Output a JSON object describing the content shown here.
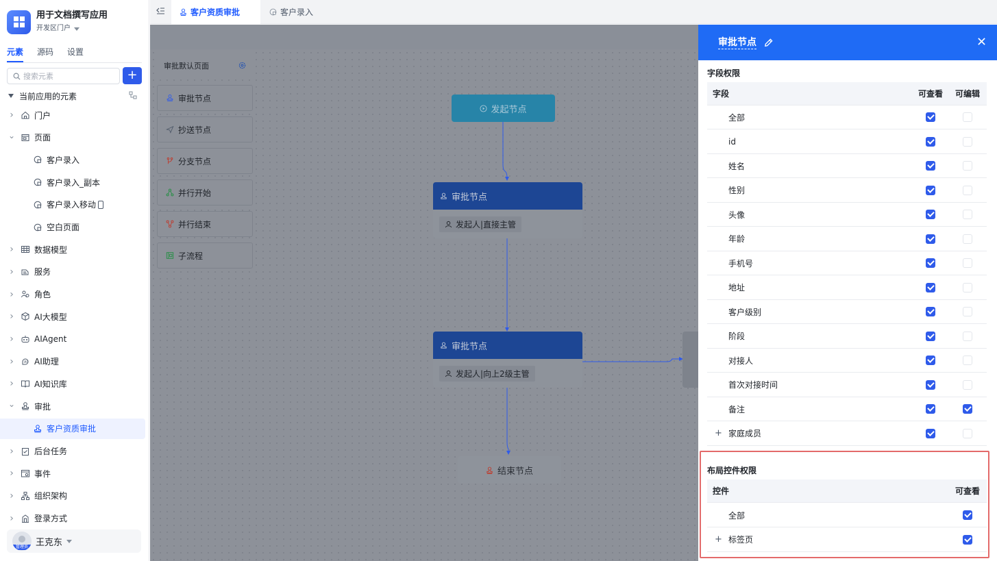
{
  "app": {
    "title": "用于文档撰写应用",
    "subtitle": "开发区门户"
  },
  "sidebar": {
    "tabs": [
      "元素",
      "源码",
      "设置"
    ],
    "search_placeholder": "搜索元素",
    "add_label": "+",
    "tree_header": "当前应用的元素",
    "items": [
      {
        "label": "门户",
        "icon": "home-icon",
        "level": 0,
        "expand": "collapsed"
      },
      {
        "label": "页面",
        "icon": "page-icon",
        "level": 0,
        "expand": "expanded"
      },
      {
        "label": "客户录入",
        "icon": "page-doc-icon",
        "level": 1
      },
      {
        "label": "客户录入_副本",
        "icon": "page-doc-icon",
        "level": 1
      },
      {
        "label": "客户录入移动",
        "icon": "page-doc-icon",
        "level": 1,
        "mobile": true
      },
      {
        "label": "空白页面",
        "icon": "page-doc-icon",
        "level": 1
      },
      {
        "label": "数据模型",
        "icon": "table-icon",
        "level": 0,
        "expand": "collapsed"
      },
      {
        "label": "服务",
        "icon": "service-icon",
        "level": 0,
        "expand": "collapsed"
      },
      {
        "label": "角色",
        "icon": "role-icon",
        "level": 0,
        "expand": "collapsed"
      },
      {
        "label": "AI大模型",
        "icon": "cube-icon",
        "level": 0,
        "expand": "collapsed"
      },
      {
        "label": "AIAgent",
        "icon": "robot-icon",
        "level": 0,
        "expand": "collapsed"
      },
      {
        "label": "AI助理",
        "icon": "ai-assistant-icon",
        "level": 0,
        "expand": "collapsed"
      },
      {
        "label": "AI知识库",
        "icon": "book-icon",
        "level": 0,
        "expand": "collapsed"
      },
      {
        "label": "审批",
        "icon": "stamp-icon",
        "level": 0,
        "expand": "expanded"
      },
      {
        "label": "客户资质审批",
        "icon": "stamp-icon",
        "level": 1,
        "selected": true
      },
      {
        "label": "后台任务",
        "icon": "task-icon",
        "level": 0,
        "expand": "collapsed"
      },
      {
        "label": "事件",
        "icon": "event-icon",
        "level": 0,
        "expand": "collapsed"
      },
      {
        "label": "组织架构",
        "icon": "org-icon",
        "level": 0,
        "expand": "collapsed"
      },
      {
        "label": "登录方式",
        "icon": "login-icon",
        "level": 0,
        "expand": "collapsed"
      }
    ],
    "user": {
      "name": "王克东",
      "role": "管理员"
    }
  },
  "topbar": {
    "tabs": [
      {
        "label": "客户资质审批",
        "active": true
      },
      {
        "label": "客户录入",
        "active": false
      }
    ]
  },
  "canvas": {
    "palette_title": "审批默认页面",
    "palette": [
      {
        "label": "审批节点",
        "icon": "stamp-icon",
        "color": "#2f5bea"
      },
      {
        "label": "抄送节点",
        "icon": "send-icon",
        "color": "#4e5969"
      },
      {
        "label": "分支节点",
        "icon": "branch-icon",
        "color": "#c0392b"
      },
      {
        "label": "并行开始",
        "icon": "parallel-start-icon",
        "color": "#1e8e3e"
      },
      {
        "label": "并行结束",
        "icon": "parallel-end-icon",
        "color": "#c0392b"
      },
      {
        "label": "子流程",
        "icon": "subprocess-icon",
        "color": "#1e8e3e"
      }
    ],
    "nodes": {
      "start": "发起节点",
      "approve1_title": "审批节点",
      "approve1_assignee": "发起人|直接主管",
      "approve2_title": "审批节点",
      "approve2_assignee": "发起人|向上2级主管",
      "end": "结束节点"
    }
  },
  "drawer": {
    "title": "审批节点",
    "field_section": {
      "title": "字段权限",
      "col_field": "字段",
      "col_view": "可查看",
      "col_edit": "可编辑",
      "rows": [
        {
          "name": "全部",
          "view": true,
          "edit": false
        },
        {
          "name": "id",
          "view": true,
          "edit": false
        },
        {
          "name": "姓名",
          "view": true,
          "edit": false
        },
        {
          "name": "性别",
          "view": true,
          "edit": false
        },
        {
          "name": "头像",
          "view": true,
          "edit": false
        },
        {
          "name": "年龄",
          "view": true,
          "edit": false
        },
        {
          "name": "手机号",
          "view": true,
          "edit": false
        },
        {
          "name": "地址",
          "view": true,
          "edit": false
        },
        {
          "name": "客户级别",
          "view": true,
          "edit": false
        },
        {
          "name": "阶段",
          "view": true,
          "edit": false
        },
        {
          "name": "对接人",
          "view": true,
          "edit": false
        },
        {
          "name": "首次对接时间",
          "view": true,
          "edit": false
        },
        {
          "name": "备注",
          "view": true,
          "edit": true
        },
        {
          "name": "家庭成员",
          "view": true,
          "edit": false,
          "expandable": true
        }
      ]
    },
    "layout_section": {
      "title": "布局控件权限",
      "col_control": "控件",
      "col_view": "可查看",
      "rows": [
        {
          "name": "全部",
          "view": true
        },
        {
          "name": "标签页",
          "view": true,
          "expandable": true
        }
      ]
    }
  }
}
